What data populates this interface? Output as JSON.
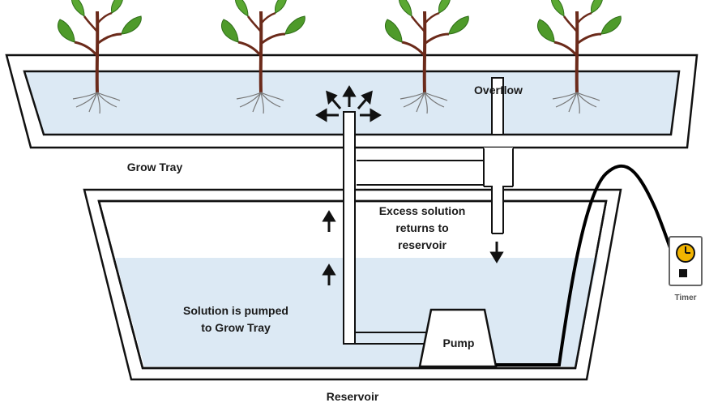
{
  "labels": {
    "overflow": "Overflow",
    "grow_tray": "Grow Tray",
    "excess_line1": "Excess solution",
    "excess_line2": "returns to",
    "excess_line3": "reservoir",
    "pumped_line1": "Solution is pumped",
    "pumped_line2": "to Grow Tray",
    "pump": "Pump",
    "reservoir": "Reservoir",
    "timer": "Timer"
  },
  "colors": {
    "water": "#dce9f4",
    "outline": "#111111",
    "stem": "#6b2a1a",
    "leaf": "#4e9a2a",
    "leaf_dark": "#2f6e18",
    "root": "#777777",
    "timer_face": "#f2b400"
  },
  "icons": {
    "plant": "seedling-icon",
    "timer": "clock-icon",
    "arrow": "arrow-icon"
  },
  "plant_count": 4
}
